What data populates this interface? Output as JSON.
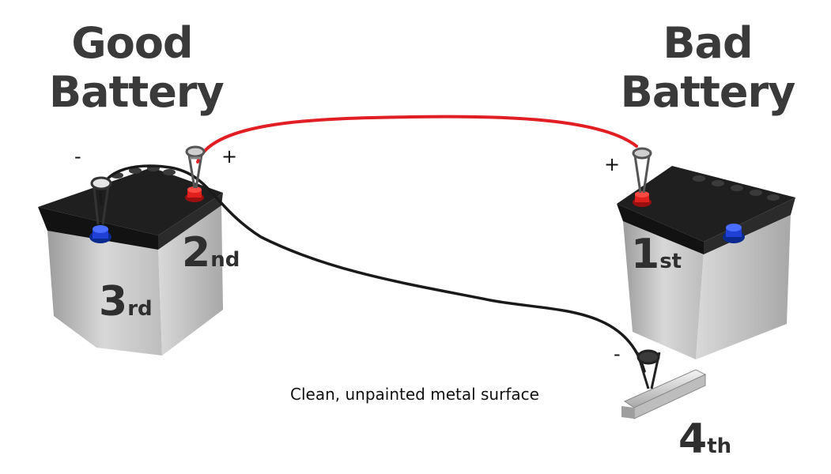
{
  "titles": {
    "good_line1": "Good",
    "good_line2": "Battery",
    "bad_line1": "Bad",
    "bad_line2": "Battery"
  },
  "steps": {
    "first": {
      "num": "1",
      "suffix": "st"
    },
    "second": {
      "num": "2",
      "suffix": "nd"
    },
    "third": {
      "num": "3",
      "suffix": "rd"
    },
    "fourth": {
      "num": "4",
      "suffix": "th"
    }
  },
  "signs": {
    "good_negative": "-",
    "good_positive": "+",
    "bad_positive": "+",
    "ground_negative": "-"
  },
  "ground_label": "Clean, unpainted metal surface",
  "colors": {
    "positive_cable": "#e01e24",
    "negative_cable": "#1a1a1a",
    "positive_terminal": "#e0201c",
    "negative_terminal": "#1f3fd6",
    "battery_body": "#c9c9c9",
    "battery_lid": "#1c1c1c"
  }
}
